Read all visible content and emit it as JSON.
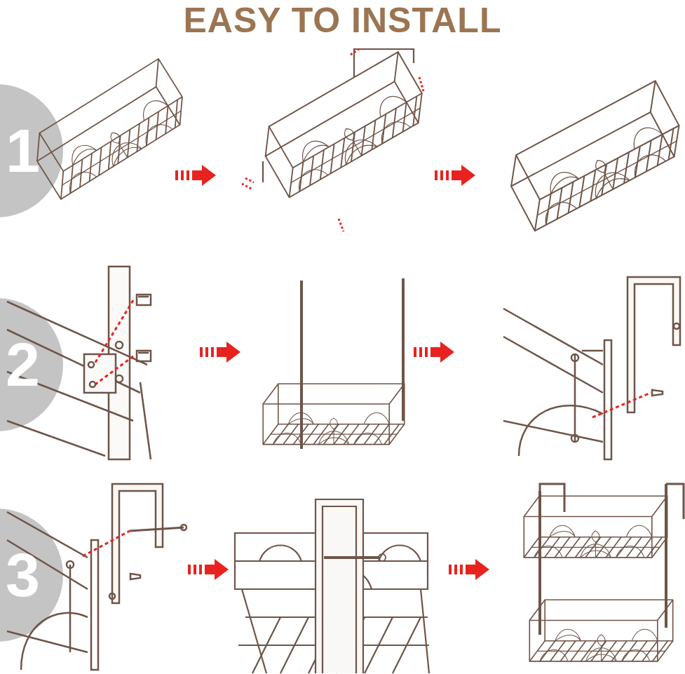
{
  "diagram": {
    "title": "EASY TO INSTALL",
    "labels": [
      "1",
      "2",
      "3"
    ]
  }
}
